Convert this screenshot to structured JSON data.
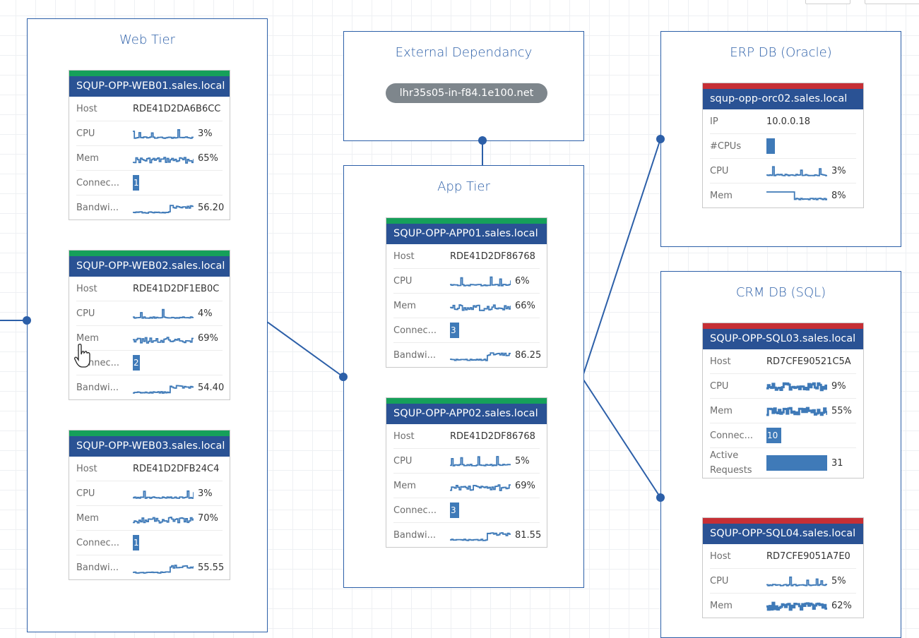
{
  "colors": {
    "tier_border": "#2c5fa8",
    "card_header": "#2a5294",
    "status_ok": "#16a05a",
    "status_alert": "#c62f35",
    "pill": "#7e868c",
    "spark": "#3f7ab8"
  },
  "tiers": {
    "web": {
      "title": "Web Tier"
    },
    "external": {
      "title": "External Dependancy",
      "host": "lhr35s05-in-f84.1e100.net"
    },
    "app": {
      "title": "App Tier"
    },
    "erp": {
      "title": "ERP DB (Oracle)"
    },
    "crm": {
      "title": "CRM DB (SQL)"
    }
  },
  "cards": {
    "web01": {
      "name": "SQUP-OPP-WEB01.sales.local",
      "status": "ok",
      "rows": [
        {
          "label": "Host",
          "value": "RDE41D2DA6B6CC"
        },
        {
          "label": "CPU",
          "value": "3%",
          "spark": "cpu"
        },
        {
          "label": "Mem",
          "value": "65%",
          "spark": "mem"
        },
        {
          "label": "Connec...",
          "value": "1",
          "bar": 0.1
        },
        {
          "label": "Bandwi...",
          "value": "56.20",
          "spark": "bw"
        }
      ]
    },
    "web02": {
      "name": "SQUP-OPP-WEB02.sales.local",
      "status": "ok",
      "rows": [
        {
          "label": "Host",
          "value": "RDE41D2DF1EB0C"
        },
        {
          "label": "CPU",
          "value": "4%",
          "spark": "cpu"
        },
        {
          "label": "Mem",
          "value": "69%",
          "spark": "mem"
        },
        {
          "label": "Connec...",
          "value": "2",
          "bar": 0.12
        },
        {
          "label": "Bandwi...",
          "value": "54.40",
          "spark": "bw"
        }
      ]
    },
    "web03": {
      "name": "SQUP-OPP-WEB03.sales.local",
      "status": "ok",
      "rows": [
        {
          "label": "Host",
          "value": "RDE41D2DFB24C4"
        },
        {
          "label": "CPU",
          "value": "3%",
          "spark": "cpu"
        },
        {
          "label": "Mem",
          "value": "70%",
          "spark": "mem"
        },
        {
          "label": "Connec...",
          "value": "1",
          "bar": 0.1
        },
        {
          "label": "Bandwi...",
          "value": "55.55",
          "spark": "bw"
        }
      ]
    },
    "app01": {
      "name": "SQUP-OPP-APP01.sales.local",
      "status": "ok",
      "rows": [
        {
          "label": "Host",
          "value": "RDE41D2DF86768"
        },
        {
          "label": "CPU",
          "value": "6%",
          "spark": "cpu"
        },
        {
          "label": "Mem",
          "value": "66%",
          "spark": "mem"
        },
        {
          "label": "Connec...",
          "value": "3",
          "bar": 0.15
        },
        {
          "label": "Bandwi...",
          "value": "86.25",
          "spark": "bw"
        }
      ]
    },
    "app02": {
      "name": "SQUP-OPP-APP02.sales.local",
      "status": "ok",
      "rows": [
        {
          "label": "Host",
          "value": "RDE41D2DF86768"
        },
        {
          "label": "CPU",
          "value": "5%",
          "spark": "cpu"
        },
        {
          "label": "Mem",
          "value": "69%",
          "spark": "mem"
        },
        {
          "label": "Connec...",
          "value": "3",
          "bar": 0.15
        },
        {
          "label": "Bandwi...",
          "value": "81.55",
          "spark": "bw"
        }
      ]
    },
    "orc02": {
      "name": "squp-opp-orc02.sales.local",
      "status": "alert",
      "rows": [
        {
          "label": "IP",
          "value": "10.0.0.18"
        },
        {
          "label": "#CPUs",
          "value": "",
          "bar": 0.14
        },
        {
          "label": "CPU",
          "value": "3%",
          "spark": "cpu"
        },
        {
          "label": "Mem",
          "value": "8%",
          "spark": "drop"
        }
      ]
    },
    "sql03": {
      "name": "SQUP-OPP-SQL03.sales.local",
      "status": "alert",
      "rows": [
        {
          "label": "Host",
          "value": "RD7CFE90521C5A"
        },
        {
          "label": "CPU",
          "value": "9%",
          "spark": "noisy"
        },
        {
          "label": "Mem",
          "value": "55%",
          "spark": "noisy"
        },
        {
          "label": "Connec...",
          "value": "10",
          "bar": 0.24
        },
        {
          "label": "Active Requests",
          "value": "31",
          "bar": 1.0
        }
      ]
    },
    "sql04": {
      "name": "SQUP-OPP-SQL04.sales.local",
      "status": "alert",
      "rows": [
        {
          "label": "Host",
          "value": "RD7CFE9051A7E0"
        },
        {
          "label": "CPU",
          "value": "5%",
          "spark": "cpu"
        },
        {
          "label": "Mem",
          "value": "62%",
          "spark": "noisy"
        }
      ]
    }
  }
}
